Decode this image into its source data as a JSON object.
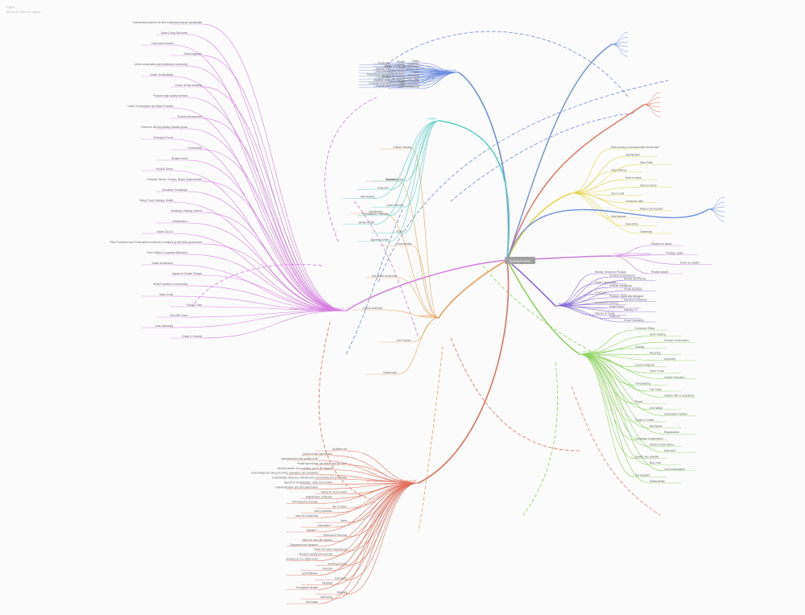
{
  "header": {
    "title": "rogyb",
    "subtitle": "Items for Plan (& rogyb)"
  },
  "center": "Society/Culture",
  "colors": {
    "purple": "#d67fe0",
    "orange": "#e9a15a",
    "red": "#e0725e",
    "blue": "#6f8edc",
    "teal": "#55cdc4",
    "yellow": "#e2d64a",
    "green": "#8dd35c",
    "violet": "#8a6ed6",
    "salmon": "#e38a75",
    "text": "#6a6a6a",
    "centerBg": "#a0a0a0"
  },
  "branches": {
    "purple": {
      "label": "Urban Consumption and Mass Products",
      "nodes": [
        "Commercial solutions for their customers that are sustainable",
        "Urban Living Structures",
        "Uses urban streets",
        "Global suppliers",
        "Urban consumption and production community",
        "Urban Sustainability",
        "Goods of high durability",
        "Produces high quality services",
        "Urban Consumption and Mass Products",
        "Product Development",
        "Prefers to sell long-lasting durable goods",
        "Ecological Focus",
        "Functionality",
        "Neighborhood",
        "Product Sector",
        "Products, Moves, Tourism, Brand, Supermarkets",
        "Education, Knowledge",
        "Sleep, Food, Housing, Health",
        "Electricity, Heating, Internet",
        "Infrastructure",
        "Smart City 2.0",
        "Their Production and Consumption behaviour is shaped by the urban governance",
        "Trend Shifts in Consumer Behaviour",
        "Urban Architecture",
        "Impact of Climate Change",
        "World Population is increasing",
        "Mass Goals",
        "Supply Chain",
        "Rust Belt Cities",
        "Less interesting",
        "Cheap & Cheerful"
      ]
    },
    "orange": {
      "label": "Globalization",
      "nodes": [
        "Critical Thinking",
        "Education",
        "Questioning",
        "Social Media",
        "Anti-global sentiments",
        "Logical Modernity",
        "Fast Fashion",
        "Global trade"
      ]
    },
    "red": {
      "label": "The ecomodernisation of the lifeworld",
      "nodes": [
        "Qualified self",
        "pursuit of self-optimization",
        "improvement of the quality of life",
        "People spend less, eat better, and live more",
        "Become active, less smoking, go for life balance",
        "Cross-things are being recorded, evaluated, and compared",
        "Functionality, efficiency, effectiveness, productivity and profitability",
        "Needs for simplification, order and comfort",
        "Individualization and self-optimization",
        "Desire for more control",
        "Digitalization of lifestyle",
        "Demographic changes",
        "rise of elders",
        "fairly population",
        "need for community",
        "Basic",
        "Generation Y",
        "Ultimate Y",
        "Relevant & Personal",
        "Strive for work-life balance",
        "Enjoyment and pleasure",
        "Fewer but richer experiences",
        "Inclusive society and diversity",
        "Growing up in a digital world",
        "Seeking purpose",
        "Diversity",
        "Self-fulfillment",
        "Everything",
        "Flexibility",
        "Ecological Lifestyle",
        "Relaxing",
        "Well-being",
        "Self-image"
      ]
    },
    "blue": {
      "label": "Finance",
      "nodes": [
        "Salary",
        "Wealth",
        "Production",
        "Capitalism",
        "Lending",
        "Bank",
        "Liquidity, people and information",
        "Food",
        "Modern food",
        "Amazon Go",
        "Value Survey",
        "Hub Sharing",
        "Work",
        "Big Brothers",
        "Freedom for workers",
        "Freelance",
        "Home base working",
        "Co-Working",
        "Agile Work",
        "Job Sharing",
        "Flexible Home",
        "Augmented Reality",
        "Virtual Reality",
        "Computer Interface",
        "Visual Interaction",
        "Social Media",
        "Gamification",
        "Culture of business"
      ]
    },
    "teal": {
      "label": "Health",
      "nodes": [
        "Adaptive Bionic",
        "Protection",
        "Self-Healing",
        "Cyber Security",
        "Personalized Protection",
        "Mental Health",
        "Space",
        "Ageless Society"
      ]
    },
    "yellow": {
      "label": "Data",
      "nodes": [
        "Data privacy is a fundamental human right",
        "Identification",
        "Open Data",
        "Data Sharing",
        "Data is critical",
        "Data economy",
        "Open Code",
        "Consumer data",
        "Right to be forgotten",
        "Data fairness",
        "Data Ethics",
        "Ownership"
      ]
    },
    "green": {
      "label": "Circular Economy",
      "nodes": [
        "Consumer Ethics",
        "Green Buying",
        "Circular Consumption",
        "Sharing",
        "Recycling",
        "Upcycling",
        "Local & Regional",
        "Green Trade",
        "Carbon Reduction",
        "Transparency",
        "Fair Trade",
        "Fashion with a conscience",
        "Repair",
        "Zero Waste",
        "Sustainable Fashion",
        "Cradle to Cradle",
        "Minimalism",
        "Regenerative",
        "Conscious Consumption",
        "Without Consumption",
        "Slow food",
        "Quality over quantity",
        "Buy Local",
        "Less consumption",
        "Not forgotten",
        "Sustainability"
      ]
    },
    "violet": {
      "label": "Technology",
      "nodes": [
        "Robots, Service or Product",
        "Dynamic development",
        "Drones and Robots",
        "Hyper Connectivity",
        "Artificial Intelligence",
        "Virtual Assistant",
        "Smart grid",
        "Physical, digital and biological",
        "Machine to Machine",
        "Autonomous Driving",
        "Smart Home",
        "Industry 4.0",
        "Internet of Things",
        "Platforms",
        "Cloud Computing"
      ]
    },
    "lavender": {
      "label": "Conspicuous Consumption",
      "nodes": [
        "Display our status",
        "Prestige, status",
        "Show our wealth",
        "Reward people"
      ]
    }
  }
}
